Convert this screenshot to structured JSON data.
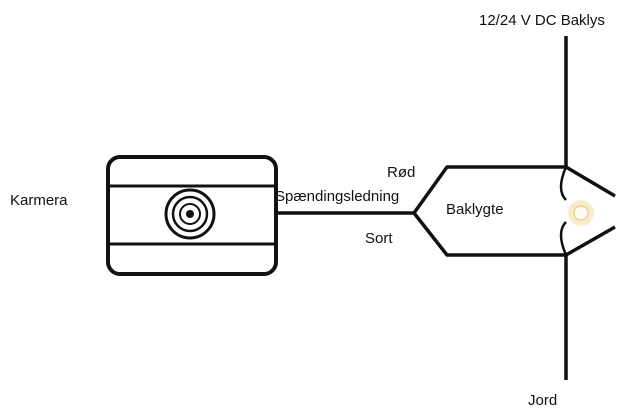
{
  "labels": {
    "camera": "Karmera",
    "red_wire": "Rød",
    "voltage_wire": "Spændingsledning",
    "black_wire": "Sort",
    "tail_light": "Baklygte",
    "power_source": "12/24 V DC Baklys",
    "ground": "Jord"
  },
  "colors": {
    "line": "#111111",
    "camera_fill": "#ffffff",
    "bulb_glow": "#f3e3b0",
    "bulb_core": "#fffaf0"
  },
  "icons": {
    "camera": "camera-icon",
    "lens": "lens-icon",
    "bulb": "bulb-icon"
  }
}
